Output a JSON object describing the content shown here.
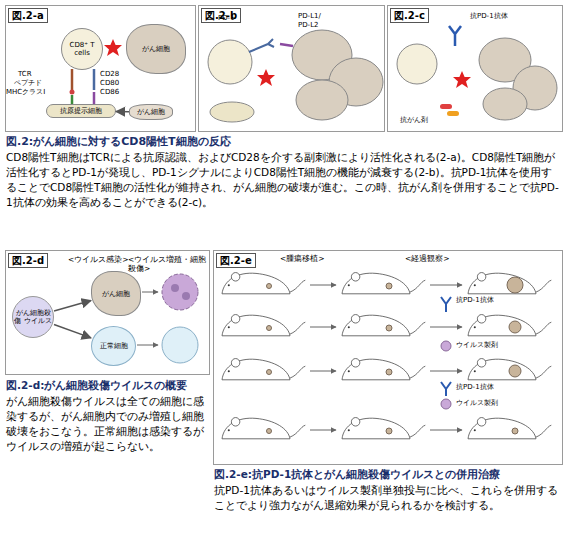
{
  "diagram": {
    "nodes": [
      {
        "text": [
          "図.2-a"
        ]
      },
      {
        "text": [
          "CD8⁺ T cells"
        ],
        "in": 0
      },
      {
        "text": [
          "抗原提示細胞"
        ],
        "in": 0
      },
      {
        "text": [
          "がん細胞"
        ],
        "in": 0
      },
      {
        "text": [
          "がん細胞"
        ],
        "in": 0
      },
      {
        "text": [
          "図.2-b"
        ]
      },
      {
        "text": [
          "図.2-c"
        ]
      },
      {
        "text": [
          "図.2-d"
        ]
      },
      {
        "text": [
          "がん細胞殺傷 ウイルス"
        ],
        "in": 7
      },
      {
        "text": [
          "がん細胞"
        ],
        "in": 7
      },
      {
        "text": [
          "正常細胞"
        ],
        "in": 7
      },
      {
        "text": [
          "図.2-e"
        ]
      }
    ],
    "edges": [
      {
        "from": 4,
        "to": 2,
        "arrow": "to"
      },
      {
        "from": 8,
        "to": 9,
        "arrow": "to"
      },
      {
        "from": 8,
        "to": 10,
        "arrow": "to"
      }
    ],
    "labels": [
      "TCR",
      "ペプチド",
      "MHCクラスI",
      "CD28",
      "CD80 CD86",
      "PD-1",
      "PD-L1/ PD-L2",
      "抗PD-1抗体",
      "抗がん剤",
      "図.2:がん細胞に対するCD8陽性T細胞の反応",
      "CD8陽性T細胞はTCRによる抗原認識、およびCD28を介する副刺激により活性化される(2-a)。CD8陽性T細胞が活性化するとPD-1が発現し、PD-1シグナルによりCD8陽性T細胞の機能が減衰する(2-b)。抗PD-1抗体を使用することでCD8陽性T細胞の活性化が維持され、がん細胞の破壊が進む。この時、抗がん剤を併用することで抗PD-1抗体の効果を高めることができる(2-c)。",
      "<ウイルス感染>",
      "<ウイルス増殖・細胞殺傷>",
      "図.2-d:がん細胞殺傷ウイルスの概要",
      "がん細胞殺傷ウイルスは全ての細胞に感染するが、がん細胞内でのみ増殖し細胞破壊をおこなう。正常細胞は感染するがウイルスの増殖が起こらない。",
      "<腫瘍移植>",
      "<経過観察>",
      "抗PD-1抗体",
      "ウイルス製剤",
      "抗PD-1抗体",
      "ウイルス製剤",
      "図.2-e:抗PD-1抗体とがん細胞殺傷ウイルスとの併用治療",
      "抗PD-1抗体あるいはウイルス製剤単独投与に比べ、これらを併用することでより強力ながん退縮効果が見られるかを検討する。"
    ]
  }
}
